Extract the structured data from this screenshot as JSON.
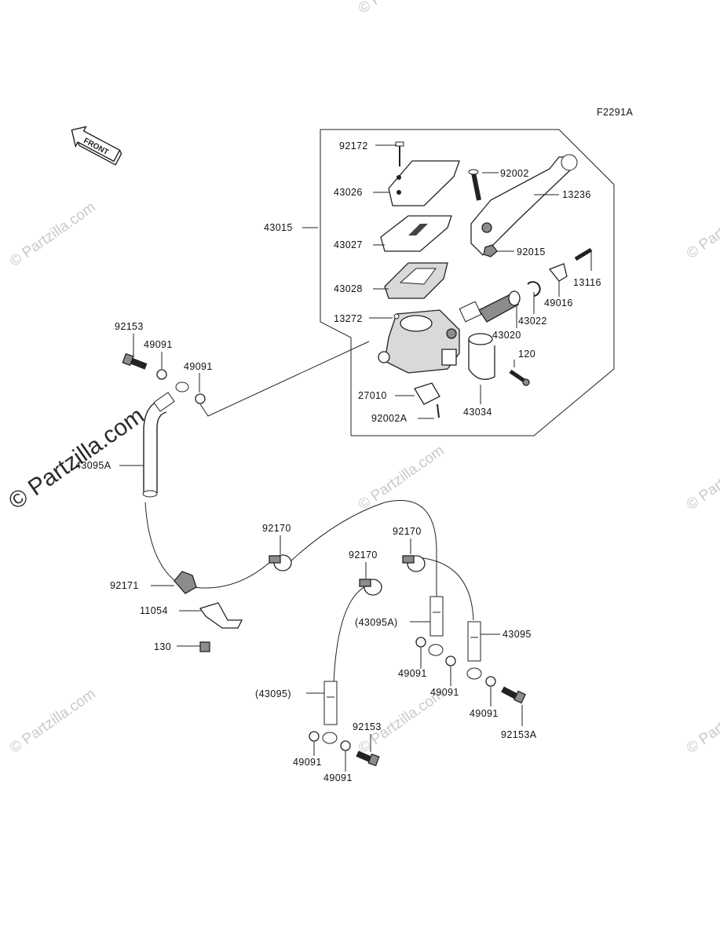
{
  "figure_code": "F2291A",
  "front_arrow_label": "FRONT",
  "watermark": {
    "main": "© Partzilla.com",
    "repeat": "© Partzilla.com"
  },
  "labels": {
    "p92172": "92172",
    "p43026": "43026",
    "p43015": "43015",
    "p43027": "43027",
    "p43028": "43028",
    "p13272": "13272",
    "p27010": "27010",
    "p92002A": "92002A",
    "p92002": "92002",
    "p13236": "13236",
    "p92015": "92015",
    "p13116": "13116",
    "p49016": "49016",
    "p43022": "43022",
    "p43020": "43020",
    "p120": "120",
    "p43034": "43034",
    "p92153_top": "92153",
    "p49091_a": "49091",
    "p49091_b": "49091",
    "p43095A": "43095A",
    "p92170_a": "92170",
    "p92170_b": "92170",
    "p92170_c": "92170",
    "p92171": "92171",
    "p11054": "11054",
    "p130": "130",
    "p43095A_paren": "(43095A)",
    "p43095": "43095",
    "p49091_c": "49091",
    "p49091_d": "49091",
    "p49091_e": "49091",
    "p43095_paren": "(43095)",
    "p92153_bottom": "92153",
    "p92153A": "92153A",
    "p49091_f": "49091",
    "p49091_g": "49091"
  }
}
